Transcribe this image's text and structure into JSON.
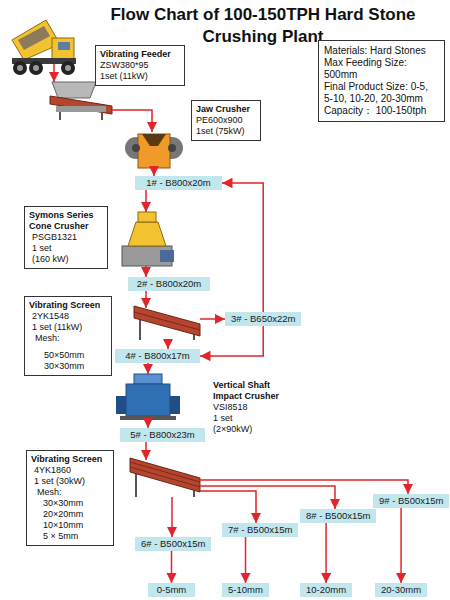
{
  "diagram": {
    "title": "Flow Chart of 100-150TPH Hard Stone Crushing Plant",
    "nodes": [
      {
        "text": [
          "Materials: Hard Stones",
          "Max Feeding Size: 500mm",
          "Final Product Size: 0-5, 5-10, 10-20, 20-30mm",
          "Capacity： 100-150tph"
        ]
      },
      {
        "text": [
          "Vibrating Feeder",
          "ZSW380*95",
          "1set (11kW)"
        ]
      },
      {
        "text": [
          "Jaw Crusher",
          "PE600x900",
          "1set (75kW)"
        ]
      },
      {
        "text": [
          "1# - B800x20m"
        ]
      },
      {
        "text": [
          "Symons Series Cone Crusher",
          "PSGB1321",
          "1 set",
          "(160 kW)"
        ]
      },
      {
        "text": [
          "2# - B800x20m"
        ]
      },
      {
        "text": [
          "Vibrating Screen",
          "2YK1548",
          "1 set (11kW)",
          "Mesh:",
          "50×50mm",
          "30×30mm"
        ]
      },
      {
        "text": [
          "3# - B650x22m"
        ]
      },
      {
        "text": [
          "4# - B800x17m"
        ]
      },
      {
        "text": [
          "Vertical Shaft Impact Crusher",
          "VSI8518",
          "1 set",
          "(2×90kW)"
        ]
      },
      {
        "text": [
          "5# - B800x23m"
        ]
      },
      {
        "text": [
          "Vibrating Screen",
          "4YK1860",
          "1 set (30kW)",
          "Mesh:",
          "30×30mm",
          "20×20mm",
          "10×10mm",
          "5 × 5mm"
        ]
      },
      {
        "text": [
          "6# - B500x15m"
        ]
      },
      {
        "text": [
          "7# - B500x15m"
        ]
      },
      {
        "text": [
          "8# - B500x15m"
        ]
      },
      {
        "text": [
          "9# - B500x15m"
        ]
      },
      {
        "text": [
          "0-5mm"
        ]
      },
      {
        "text": [
          "5-10mm"
        ]
      },
      {
        "text": [
          "10-20mm"
        ]
      },
      {
        "text": [
          "20-30mm"
        ]
      }
    ],
    "edges": [
      {
        "from": 7,
        "to": 3,
        "arrow": "to"
      },
      {
        "from": 7,
        "to": 8,
        "arrow": "to"
      },
      {
        "from": 12,
        "to": 16,
        "arrow": "to"
      },
      {
        "from": 13,
        "to": 17,
        "arrow": "to"
      },
      {
        "from": 14,
        "to": 18,
        "arrow": "to"
      },
      {
        "from": 15,
        "to": 19,
        "arrow": "to"
      }
    ]
  }
}
